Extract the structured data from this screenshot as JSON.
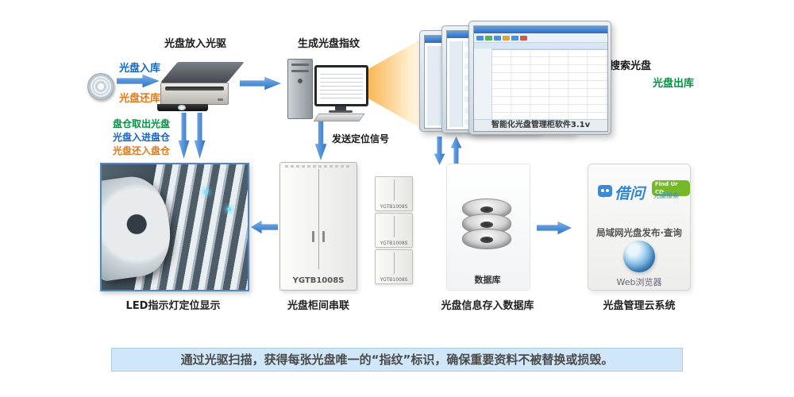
{
  "flow": {
    "drive_section": {
      "title": "光盘放入光驱",
      "in_label": "光盘入库",
      "return_label": "光盘还库"
    },
    "fingerprint_section": {
      "title": "生成光盘指纹",
      "signal_label": "发送定位信号"
    },
    "monitor_section": {
      "software_name": "智能化光盘管理柜软件3.1v",
      "search_label": "搜索光盘",
      "out_label": "光盘出库"
    },
    "bin_labels": {
      "take_out": "盘仓取出光盘",
      "put_in": "光盘入进盘仓",
      "return_in": "光盘还入盘仓"
    },
    "led": {
      "caption": "LED指示灯定位显示"
    },
    "cabinet": {
      "model": "YGTB1008S",
      "caption": "光盘柜间串联",
      "mini_models": [
        "YGTB1008S",
        "YGTB1008S",
        "YGTB1008S"
      ]
    },
    "database": {
      "label": "数据库",
      "caption": "光盘信息存入数据库"
    },
    "cloud": {
      "brand": "借问",
      "badge": "Find Ur CD",
      "sub": "光盘搜索",
      "line": "局域网光盘发布·查询",
      "browser": "Web浏览器",
      "caption": "光盘管理云系统"
    }
  },
  "banner": {
    "text": "通过光驱扫描，获得每张光盘唯一的“指纹”标识，确保重要资料不被替换或损毁。"
  },
  "colors": {
    "arrow_blue": "#2d6fc2",
    "text_blue": "#1565c8",
    "text_green": "#009440",
    "text_orange": "#e2791a",
    "banner_bg": "#cfe7f8"
  }
}
